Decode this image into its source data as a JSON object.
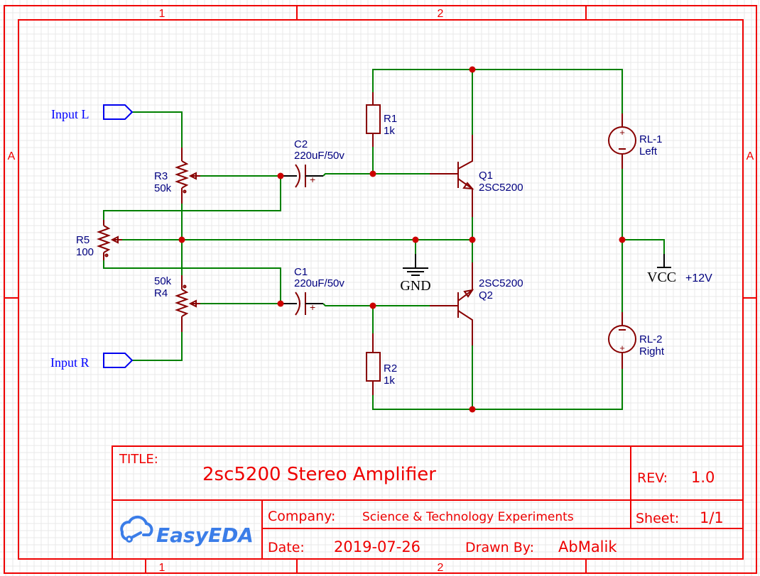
{
  "sheet": {
    "zone_columns": [
      "1",
      "2"
    ],
    "zone_rows": [
      "A"
    ]
  },
  "nets": {
    "input_left": "Input L",
    "input_right": "Input R",
    "ground": "GND",
    "vcc": "VCC",
    "vcc_value": "+12V"
  },
  "components": {
    "R1": {
      "ref": "R1",
      "value": "1k"
    },
    "R2": {
      "ref": "R2",
      "value": "1k"
    },
    "R3": {
      "ref": "R3",
      "value": "50k"
    },
    "R4": {
      "ref": "R4",
      "value": "50k"
    },
    "R5": {
      "ref": "R5",
      "value": "100"
    },
    "C1": {
      "ref": "C1",
      "value": "220uF/50v"
    },
    "C2": {
      "ref": "C2",
      "value": "220uF/50v"
    },
    "Q1": {
      "ref": "Q1",
      "value": "2SC5200"
    },
    "Q2": {
      "ref": "Q2",
      "value": "2SC5200"
    },
    "RL1": {
      "ref": "RL-1",
      "value": "Left"
    },
    "RL2": {
      "ref": "RL-2",
      "value": "Right"
    }
  },
  "title_block": {
    "title_label": "TITLE:",
    "title": "2sc5200 Stereo Amplifier",
    "rev_label": "REV:",
    "rev": "1.0",
    "company_label": "Company:",
    "company": "Science & Technology Experiments",
    "sheet_label": "Sheet:",
    "sheet": "1/1",
    "date_label": "Date:",
    "date": "2019-07-26",
    "drawn_by_label": "Drawn By:",
    "drawn_by": "AbMalik",
    "logo_text": "EasyEDA"
  },
  "colors": {
    "frame": "#ee0000",
    "wire": "#008000",
    "component": "#880000",
    "label": "#000080",
    "net_port": "#0000ee",
    "junction": "#cc0000",
    "logo": "#3b7de8"
  }
}
